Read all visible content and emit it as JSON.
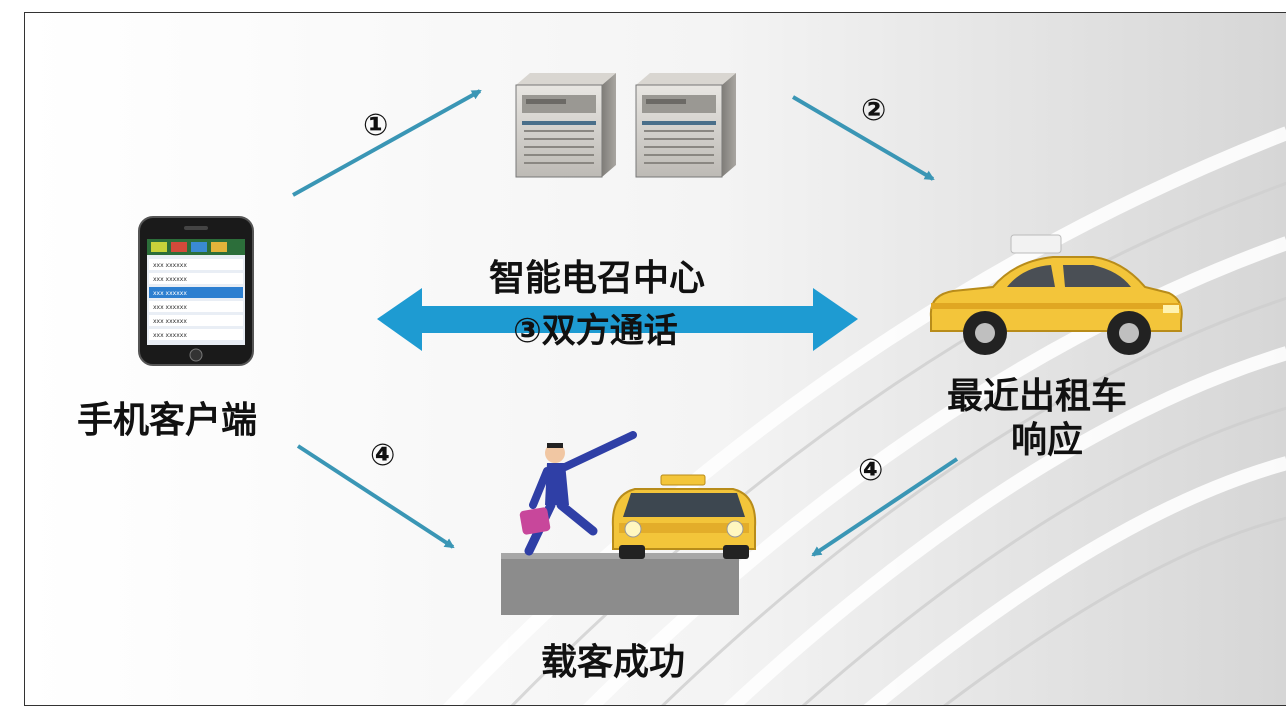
{
  "labels": {
    "center": "智能电召中心",
    "call": "③双方通话",
    "phone": "手机客户端",
    "taxi_line1": "最近出租车",
    "taxi_line2": "响应",
    "success": "载客成功"
  },
  "step_markers": {
    "step1": "①",
    "step2": "②",
    "step4_left": "④",
    "step4_right": "④"
  },
  "colors": {
    "arrow": "#3a96b5",
    "double_arrow": "#1e9bd2",
    "taxi_yellow": "#f3c53a",
    "server_gray": "#c8c5c0",
    "platform_gray": "#8c8c8c"
  },
  "phone_screen_rows": [
    "xxx xxxxxx",
    "xxx xxxxxx",
    "xxx xxxxxx",
    "xxx xxxxxx",
    "xxx xxxxxx",
    "xxx xxxxxx"
  ]
}
